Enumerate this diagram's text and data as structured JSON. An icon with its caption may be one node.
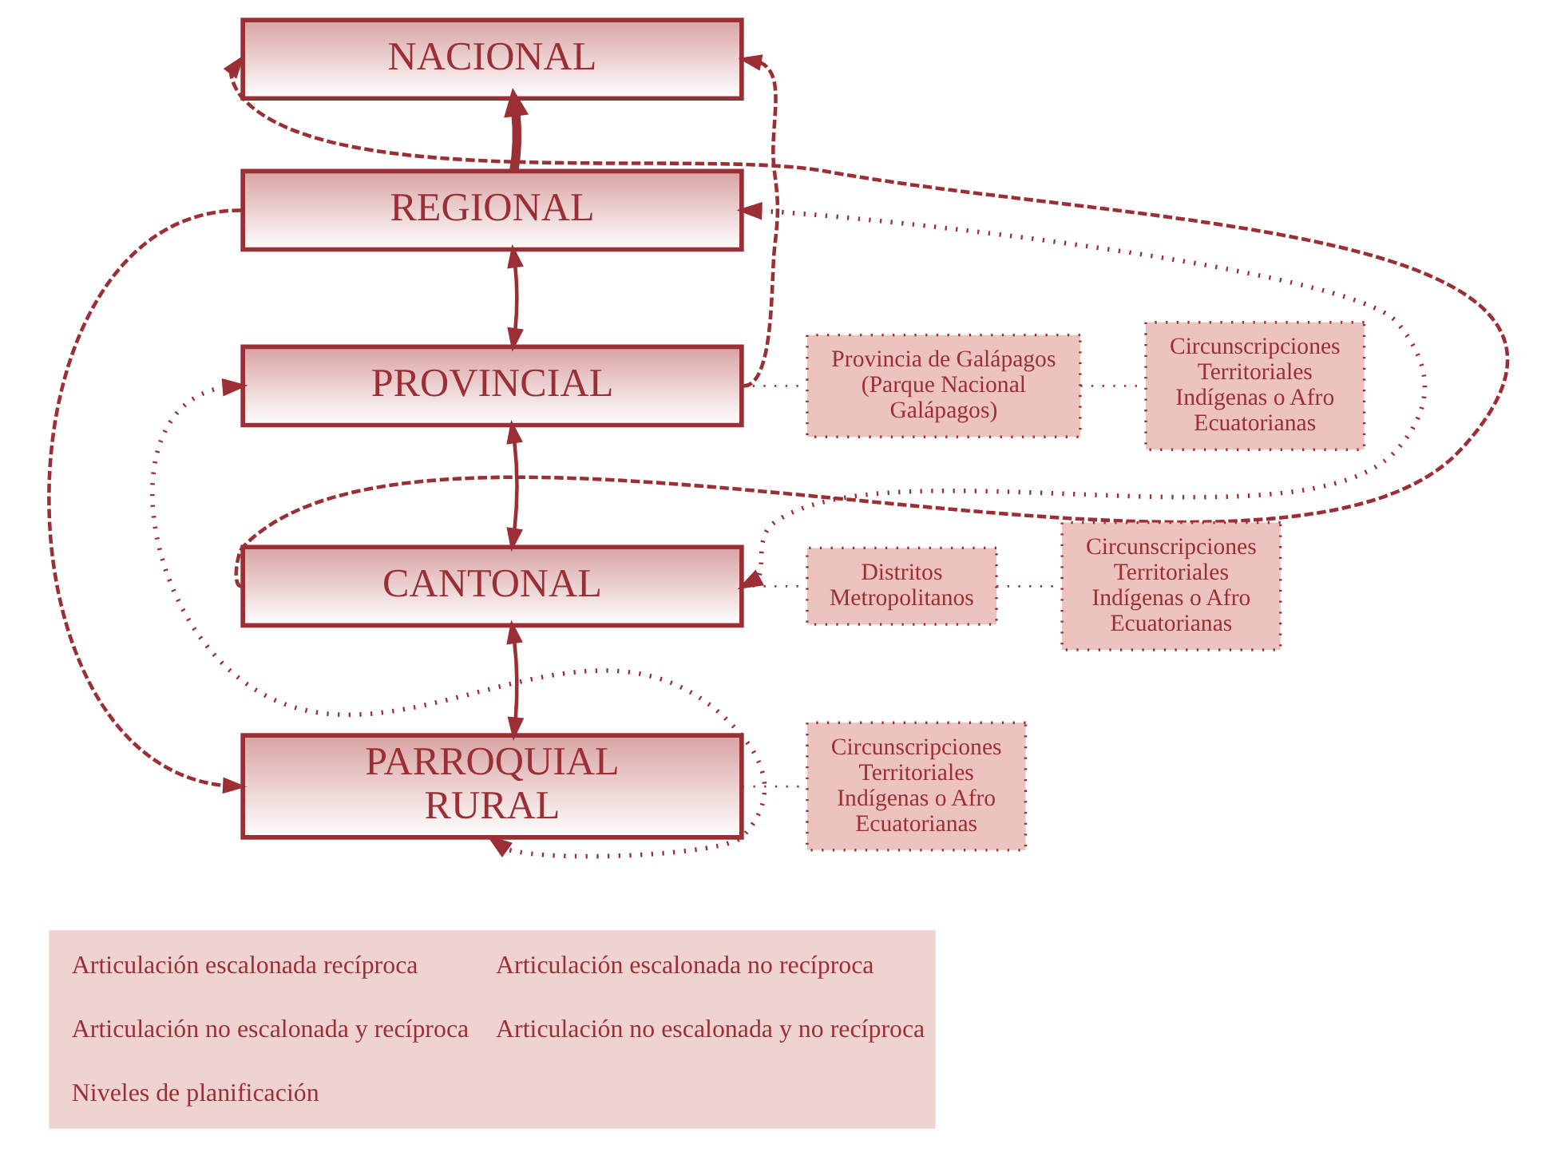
{
  "diagram": {
    "nodes": [
      {
        "text": [
          "NACIONAL"
        ]
      },
      {
        "text": [
          "REGIONAL"
        ]
      },
      {
        "text": [
          "PROVINCIAL"
        ]
      },
      {
        "text": [
          "CANTONAL"
        ]
      },
      {
        "text": [
          "PARROQUIAL RURAL"
        ]
      },
      {
        "text": [
          "Provincia de Galápagos (Parque Nacional Galápagos)"
        ]
      },
      {
        "text": [
          "Circunscripciones Territoriales Indígenas o Afro Ecuatorianas"
        ]
      },
      {
        "text": [
          "Distritos Metropolitanos"
        ]
      },
      {
        "text": [
          "Circunscripciones Territoriales Indígenas o Afro Ecuatorianas"
        ]
      },
      {
        "text": [
          "Circunscripciones Territoriales Indígenas o Afro Ecuatorianas"
        ]
      }
    ],
    "edges": [
      {
        "from": 1,
        "to": 0,
        "arrow": "to",
        "style": "thick"
      },
      {
        "from": 1,
        "to": 2,
        "arrow": "both"
      },
      {
        "from": 2,
        "to": 3,
        "arrow": "both"
      },
      {
        "from": 3,
        "to": 4,
        "arrow": "both"
      },
      {
        "from": 3,
        "to": 0,
        "arrow": "to",
        "style": "dashed"
      },
      {
        "from": 2,
        "to": 0,
        "arrow": "to",
        "style": "dashed"
      },
      {
        "from": 1,
        "to": 4,
        "arrow": "to",
        "style": "dashed"
      },
      {
        "from": 1,
        "to": 3,
        "arrow": "both",
        "style": "dashed"
      },
      {
        "from": 2,
        "to": 4,
        "arrow": "both",
        "style": "dashed"
      },
      {
        "from": 2,
        "to": 5,
        "arrow": "none",
        "style": "dashed"
      },
      {
        "from": 5,
        "to": 6,
        "arrow": "none",
        "style": "dashed"
      },
      {
        "from": 3,
        "to": 7,
        "arrow": "none",
        "style": "dashed"
      },
      {
        "from": 7,
        "to": 8,
        "arrow": "none",
        "style": "dashed"
      },
      {
        "from": 4,
        "to": 9,
        "arrow": "none",
        "style": "dashed"
      }
    ],
    "legend": [
      {
        "text": "Articulación escalonada recíproca"
      },
      {
        "text": "Articulación escalonada no recíproca"
      },
      {
        "text": "Articulación no escalonada y recíproca"
      },
      {
        "text": "Articulación no escalonada y no recíproca"
      },
      {
        "text": "Niveles de planificación"
      }
    ]
  }
}
